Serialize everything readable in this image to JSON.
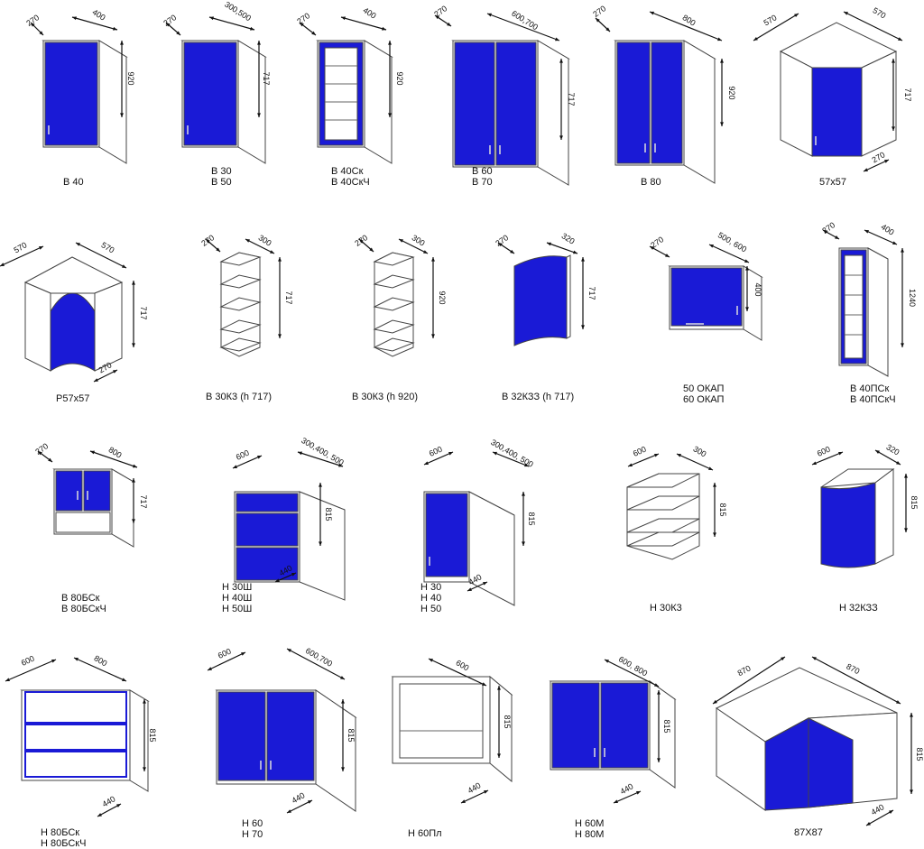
{
  "colors": {
    "front": "#1a1ad6",
    "edge": "#444444",
    "body": "#ffffff",
    "guide": "#888888"
  },
  "cabinets": [
    {
      "id": "b40",
      "labels": [
        "В 40"
      ],
      "dims": [
        "270",
        "400",
        "920"
      ]
    },
    {
      "id": "b30",
      "labels": [
        "В 30",
        "В 50"
      ],
      "dims": [
        "270",
        "300,500",
        "717"
      ]
    },
    {
      "id": "b40sk",
      "labels": [
        "В 40Ск",
        "В 40СкЧ"
      ],
      "dims": [
        "270",
        "400",
        "920"
      ]
    },
    {
      "id": "b60",
      "labels": [
        "В 60",
        "В 70"
      ],
      "dims": [
        "270",
        "600,700",
        "717"
      ]
    },
    {
      "id": "b80",
      "labels": [
        "В 80"
      ],
      "dims": [
        "270",
        "800",
        "920"
      ]
    },
    {
      "id": "c57",
      "labels": [
        "57х57"
      ],
      "dims": [
        "570",
        "570",
        "717",
        "270"
      ]
    },
    {
      "id": "r57",
      "labels": [
        "Р57х57"
      ],
      "dims": [
        "570",
        "570",
        "717",
        "270"
      ]
    },
    {
      "id": "b30k3",
      "labels": [
        "В 30К3 (h 717)"
      ],
      "dims": [
        "270",
        "300",
        "717"
      ]
    },
    {
      "id": "b30k3b",
      "labels": [
        "В 30К3 (h 920)"
      ],
      "dims": [
        "270",
        "300",
        "920"
      ]
    },
    {
      "id": "b32kz",
      "labels": [
        "В 32КЗЗ (h 717)"
      ],
      "dims": [
        "270",
        "320",
        "717"
      ]
    },
    {
      "id": "okap",
      "labels": [
        "50 ОКАП",
        "60 ОКАП"
      ],
      "dims": [
        "270",
        "500, 600",
        "400"
      ]
    },
    {
      "id": "b40psk",
      "labels": [
        "В 40ПСк",
        "В 40ПСкЧ"
      ],
      "dims": [
        "270",
        "400",
        "1240"
      ]
    },
    {
      "id": "b80bsk",
      "labels": [
        "В 80БСк",
        "В 80БСкЧ"
      ],
      "dims": [
        "270",
        "800",
        "717"
      ]
    },
    {
      "id": "h30sh",
      "labels": [
        "Н 30Ш",
        "Н 40Ш",
        "Н 50Ш"
      ],
      "dims": [
        "600",
        "300,400, 500",
        "815",
        "440"
      ]
    },
    {
      "id": "h30",
      "labels": [
        "Н 30",
        "Н 40",
        "Н 50"
      ],
      "dims": [
        "600",
        "300,400, 500",
        "815",
        "440"
      ]
    },
    {
      "id": "h30k3",
      "labels": [
        "Н 30К3"
      ],
      "dims": [
        "600",
        "300",
        "815"
      ]
    },
    {
      "id": "h32kz",
      "labels": [
        "Н 32КЗЗ"
      ],
      "dims": [
        "600",
        "320",
        "815"
      ]
    },
    {
      "id": "h80bsk",
      "labels": [
        "Н 80БСк",
        "Н 80БСкЧ"
      ],
      "dims": [
        "600",
        "800",
        "815",
        "440"
      ]
    },
    {
      "id": "h60",
      "labels": [
        "Н 60",
        "Н 70"
      ],
      "dims": [
        "600",
        "600,700",
        "815",
        "440"
      ]
    },
    {
      "id": "h60pl",
      "labels": [
        "Н 60Пл"
      ],
      "dims": [
        "600",
        "815",
        "440"
      ]
    },
    {
      "id": "h60m",
      "labels": [
        "Н 60М",
        "Н 80М"
      ],
      "dims": [
        "600, 800",
        "815",
        "440"
      ]
    },
    {
      "id": "c87",
      "labels": [
        "87Х87"
      ],
      "dims": [
        "870",
        "870",
        "815",
        "440"
      ]
    }
  ]
}
